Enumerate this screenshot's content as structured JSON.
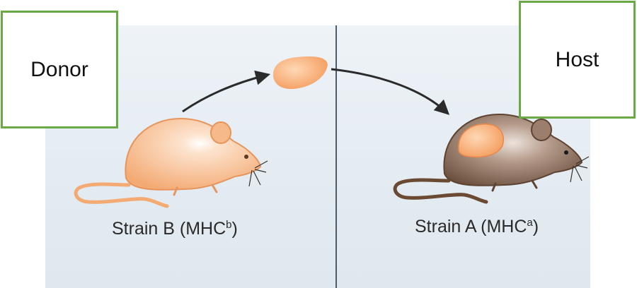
{
  "labels": {
    "donor": "Donor",
    "host": "Host"
  },
  "strains": {
    "left": {
      "name": "Strain B (MHC",
      "superscript": "b",
      "suffix": ")"
    },
    "right": {
      "name": "Strain A (MHC",
      "superscript": "a",
      "suffix": ")"
    }
  },
  "colors": {
    "donor_mouse": "#f6b98a",
    "host_mouse": "#7a5c4a",
    "graft": "#f4a968",
    "label_border": "#6aaa46",
    "arrow": "#2b2b2b"
  }
}
